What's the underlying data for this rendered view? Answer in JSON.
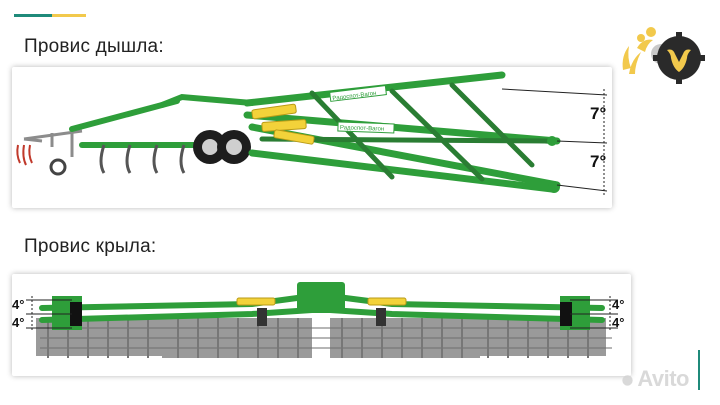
{
  "slide": {
    "title_drawbar": "Провис дышла:",
    "title_wing": "Провис крыла:"
  },
  "drawbar_diagram": {
    "angle_top": "7°",
    "angle_bottom": "7°",
    "decal_1": "Радоспот-Вагон",
    "decal_2": "Радоспот-Вагон"
  },
  "wing_diagram": {
    "left_angle_top": "4°",
    "left_angle_bottom": "4°",
    "right_angle_top": "4°",
    "right_angle_bottom": "4°"
  },
  "watermark": {
    "text": "Avito"
  },
  "colors": {
    "accent_teal": "#1f8a7a",
    "accent_yellow": "#f2c94c",
    "machine_green": "#2e9e3a",
    "machine_yellow": "#f3d23a",
    "frame_gray": "#8c8c8c"
  },
  "icons": {
    "logo": "bull-head-gear-logo",
    "watermark": "avito-logo"
  }
}
